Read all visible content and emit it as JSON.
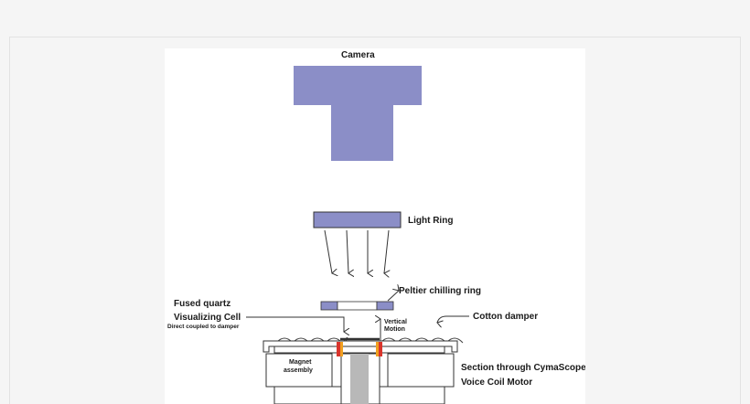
{
  "labels": {
    "camera": "Camera",
    "light_ring": "Light Ring",
    "peltier": "Peltier chilling ring",
    "fused_quartz": "Fused quartz",
    "visualizing_cell": "Visualizing Cell",
    "direct_coupled": "Direct coupled to damper",
    "vertical": "Vertical",
    "motion": "Motion",
    "cotton_damper": "Cotton damper",
    "magnet": "Magnet",
    "assembly": "assembly",
    "section_through": "Section through CymaScope",
    "voice_coil": "Voice Coil Motor"
  },
  "colors": {
    "camera_fill": "#8b8ec7",
    "light_ring_fill": "#8b8ec7",
    "peltier_fill": "#8b8ec7",
    "coil_red": "#d9342b",
    "coil_orange": "#f0a020",
    "shaft_grey": "#b8b8b8"
  }
}
